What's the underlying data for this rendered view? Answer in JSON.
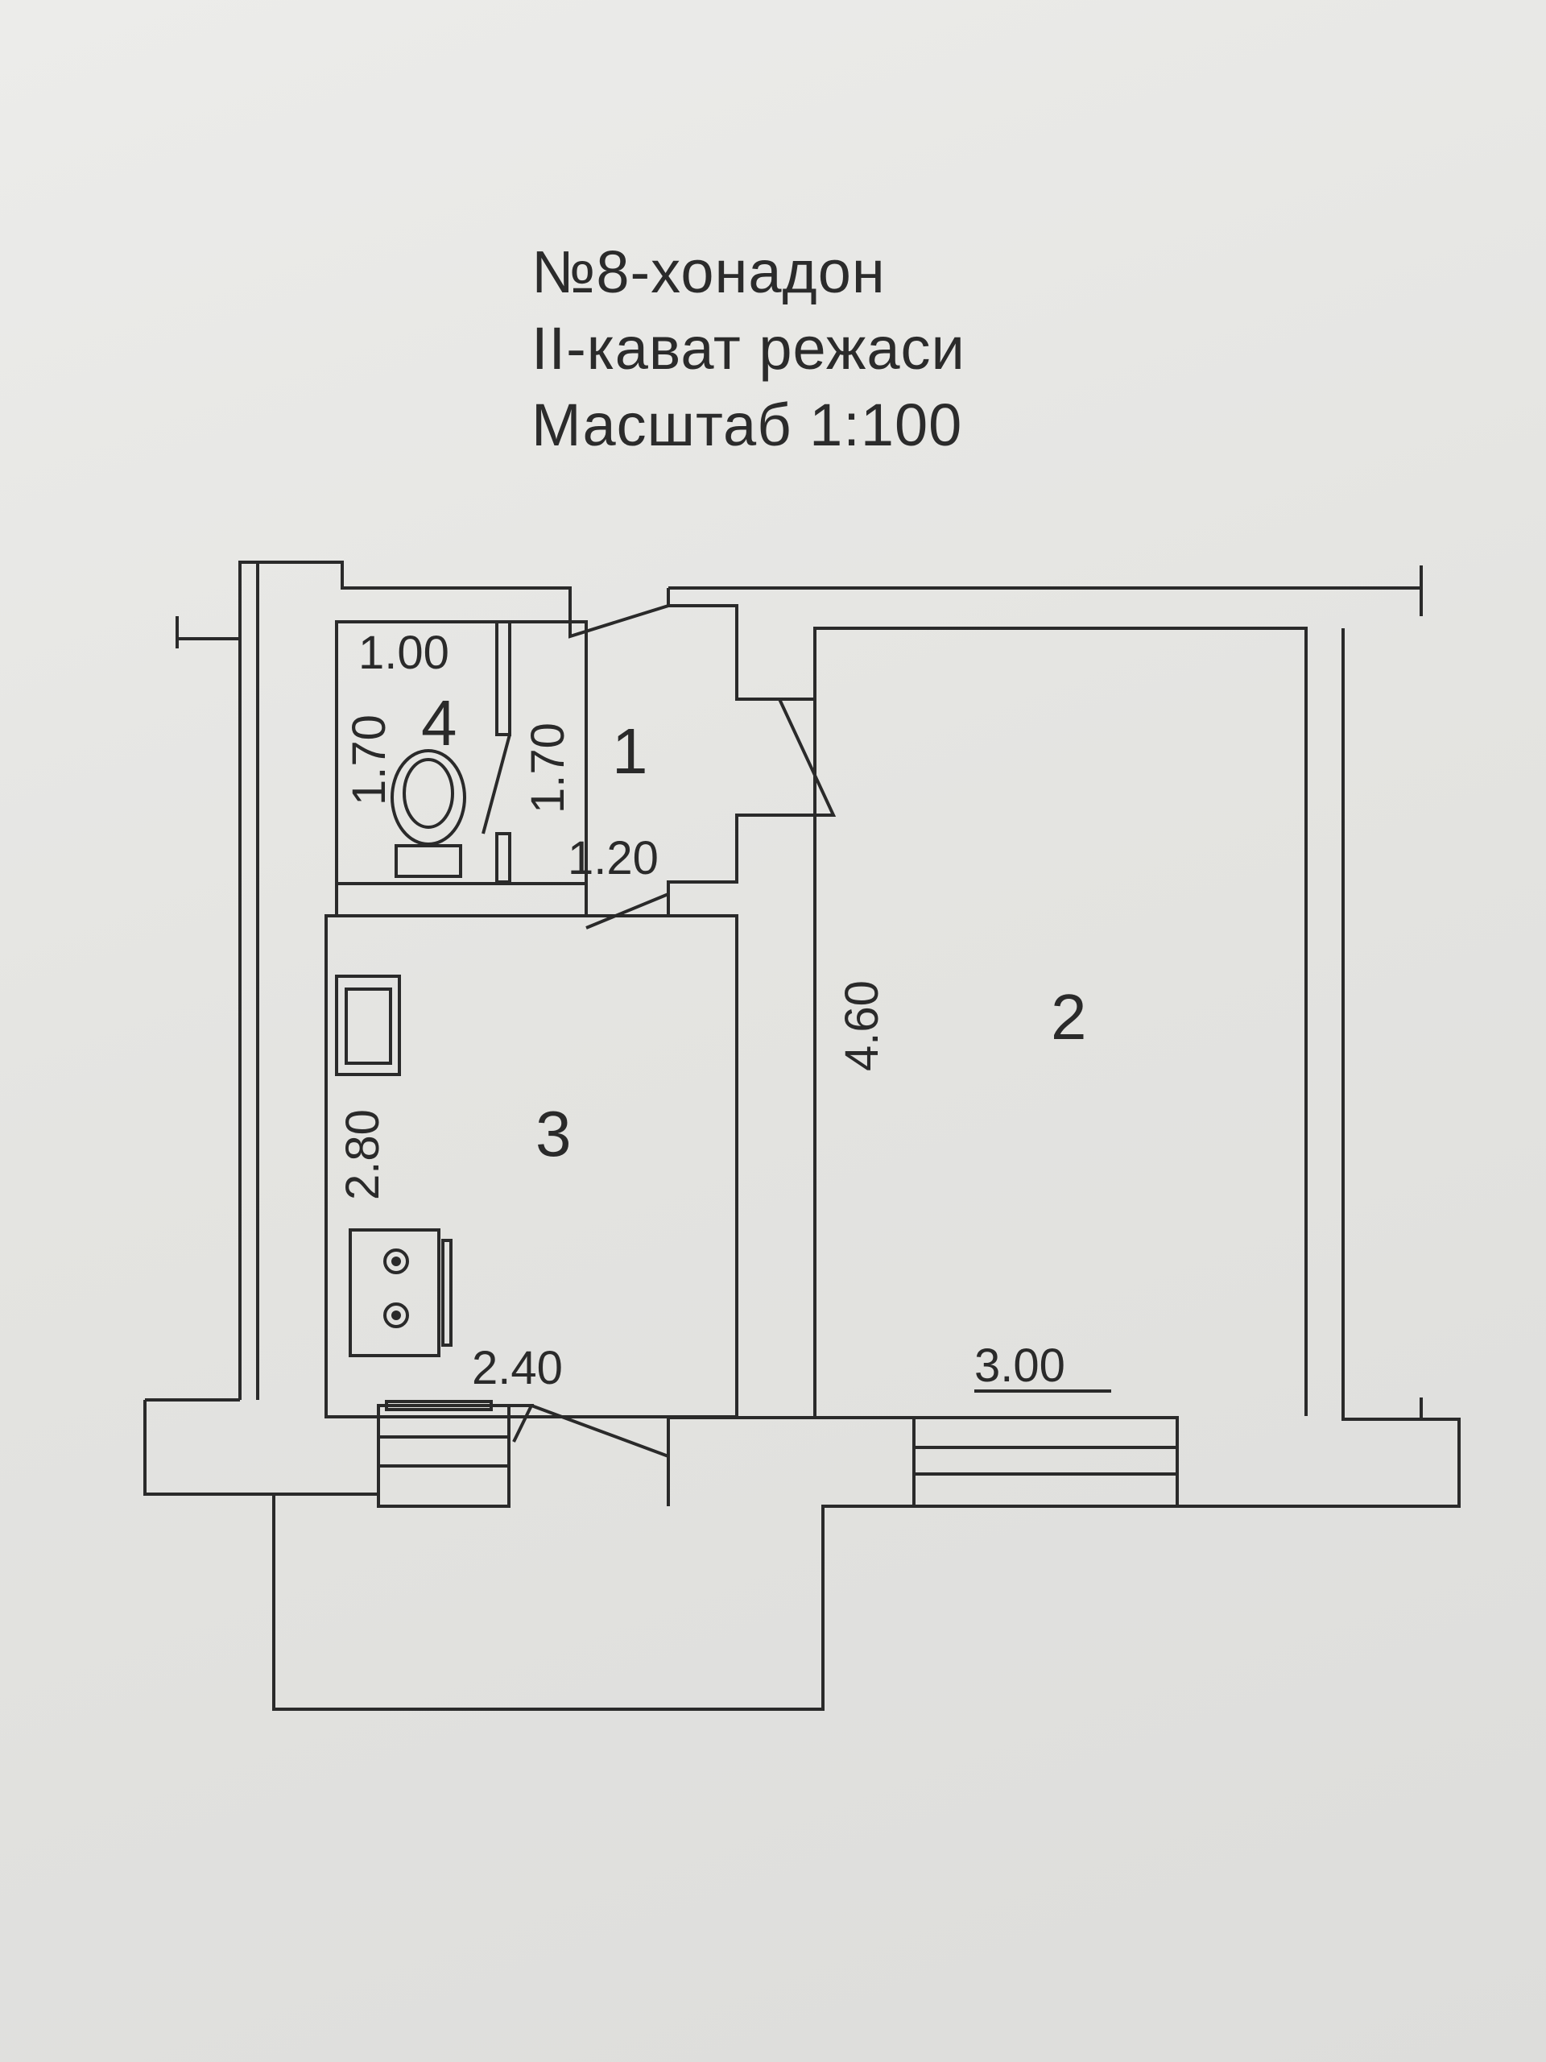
{
  "title": {
    "line1": "№8-хонадон",
    "line2": "II-кават режаси",
    "line3": "Масштаб 1:100"
  },
  "rooms": [
    {
      "id": "1",
      "label": "1"
    },
    {
      "id": "2",
      "label": "2"
    },
    {
      "id": "3",
      "label": "3"
    },
    {
      "id": "4",
      "label": "4"
    }
  ],
  "dimensions": {
    "bath_width": "1.00",
    "bath_left_height": "1.70",
    "bath_right_height": "1.70",
    "hall_width": "1.20",
    "kitchen_height": "2.80",
    "kitchen_width": "2.40",
    "room2_height": "4.60",
    "room2_width": "3.00"
  },
  "colors": {
    "ink": "#2a2a2a",
    "paper": "#e6e6e3"
  }
}
